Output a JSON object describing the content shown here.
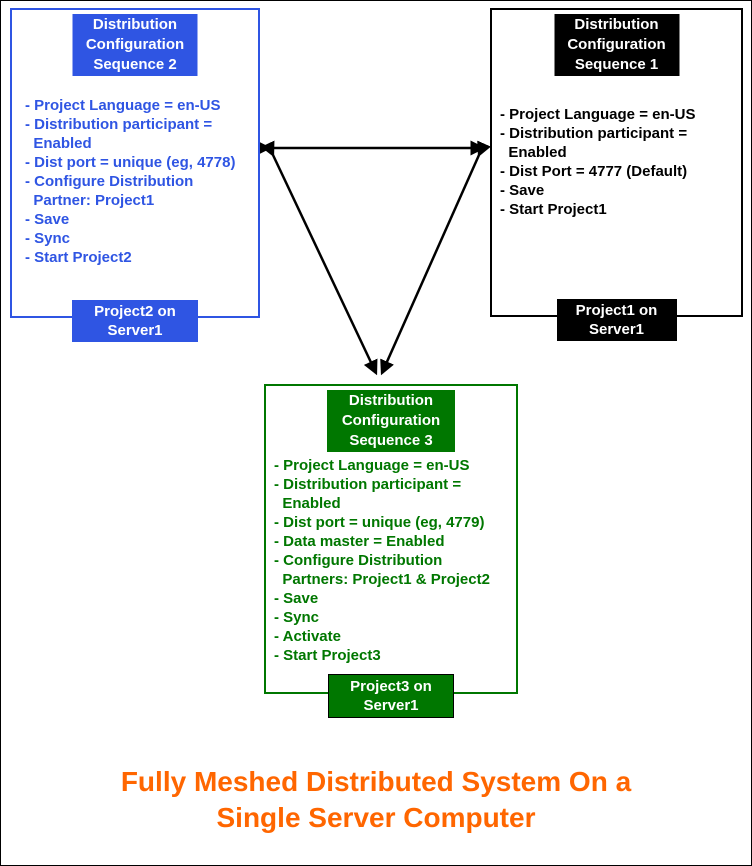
{
  "title": "Fully Meshed Distributed System On a\nSingle Server Computer",
  "colors": {
    "project1": "#000000",
    "project2": "#2f55e3",
    "project3": "#007700",
    "title": "#ff6600",
    "arrows": "#000000"
  },
  "nodes": {
    "project2": {
      "header": "Distribution\nConfiguration\nSequence 2",
      "steps": [
        "- Project Language = en-US",
        "- Distribution participant =\n  Enabled",
        "- Dist port = unique (eg, 4778)",
        "- Configure Distribution\n  Partner: Project1",
        "- Save",
        "- Sync",
        "- Start Project2"
      ],
      "footer": "Project2 on\nServer1"
    },
    "project1": {
      "header": "Distribution\nConfiguration\nSequence 1",
      "steps": [
        "- Project Language = en-US",
        "- Distribution participant =\n  Enabled",
        "- Dist Port = 4777 (Default)",
        "- Save",
        "- Start Project1"
      ],
      "footer": "Project1 on\nServer1"
    },
    "project3": {
      "header": "Distribution\nConfiguration\nSequence 3",
      "steps": [
        "- Project Language = en-US",
        "- Distribution participant =\n  Enabled",
        "- Dist port = unique (eg, 4779)",
        "- Data master = Enabled",
        "- Configure Distribution\n  Partners: Project1 & Project2",
        "- Save",
        "- Sync",
        "- Activate",
        "- Start Project3"
      ],
      "footer": "Project3 on\nServer1"
    }
  }
}
